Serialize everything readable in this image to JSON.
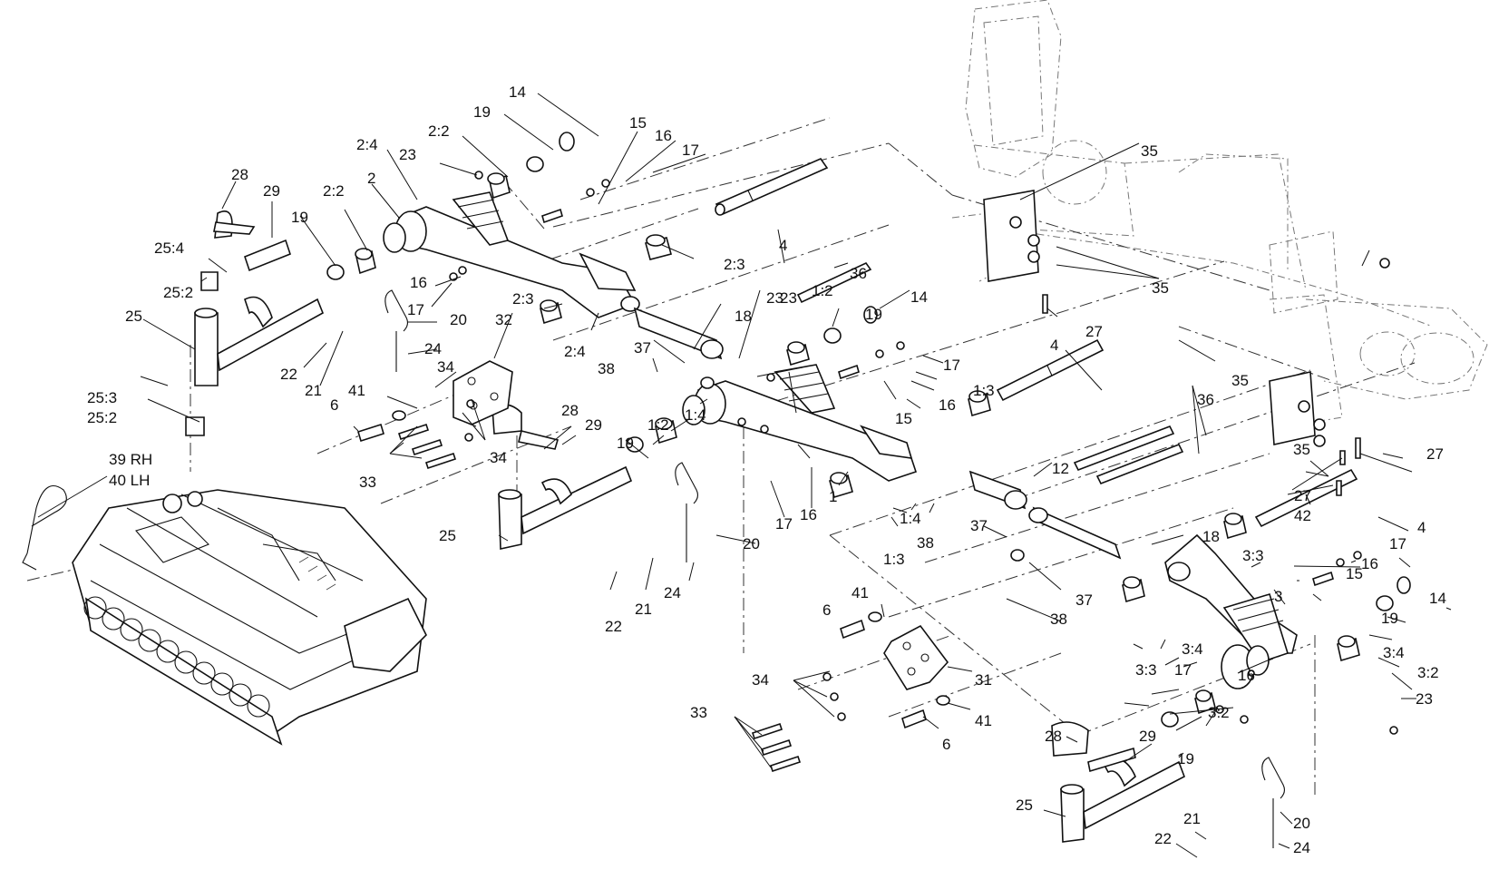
{
  "diagram": {
    "callouts": [
      "14",
      "19",
      "2:2",
      "15",
      "16",
      "17",
      "2:4",
      "23",
      "2",
      "28",
      "29",
      "35",
      "25:4",
      "2:2",
      "19",
      "25:2",
      "16",
      "2:3",
      "4",
      "23",
      "17",
      "20",
      "25",
      "2:3",
      "32",
      "18",
      "23",
      "1:2",
      "36",
      "19",
      "14",
      "35",
      "27",
      "2:4",
      "24",
      "34",
      "22",
      "37",
      "21",
      "41",
      "38",
      "1:4",
      "4",
      "17",
      "6",
      "25:3",
      "1:3",
      "15",
      "16",
      "25:2",
      "1:2",
      "28",
      "29",
      "35",
      "36",
      "39 RH",
      "40 LH",
      "34",
      "33",
      "19",
      "12",
      "35",
      "27",
      "1",
      "17",
      "16",
      "1:4",
      "27",
      "42",
      "4",
      "37",
      "25",
      "20",
      "18",
      "38",
      "1:3",
      "3:3",
      "17",
      "37",
      "24",
      "38",
      "15",
      "16",
      "14",
      "21",
      "41",
      "3",
      "22",
      "6",
      "31",
      "3:4",
      "19",
      "3:2",
      "3:3",
      "3:4",
      "34",
      "17",
      "16",
      "23",
      "33",
      "3:2",
      "41",
      "6",
      "28",
      "29",
      "19",
      "25",
      "20",
      "21",
      "22",
      "24"
    ]
  }
}
